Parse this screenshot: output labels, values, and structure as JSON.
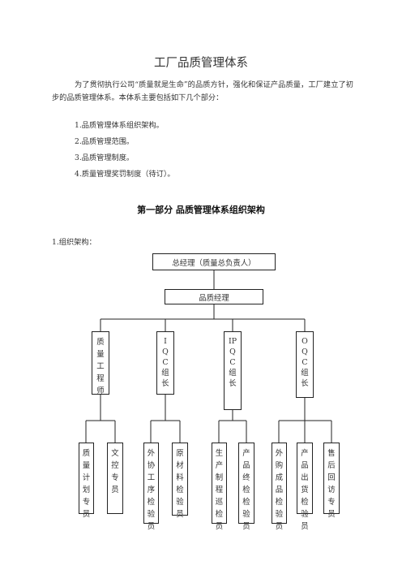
{
  "document": {
    "title": "工厂品质管理体系",
    "intro": "为了贯彻执行公司“质量就是生命”的品质方针，强化和保证产品质量，工厂建立了初步的品质管理体系。本体系主要包括如下几个部分：",
    "items": [
      "1.品质管理体系组织架构。",
      "2.品质管理范围。",
      "3.品质管理制度。",
      "4.质量管理奖罚制度（待订）。"
    ],
    "section_title": "第一部分  品质管理体系组织架构",
    "subsection": "1.组织架构："
  },
  "org_chart": {
    "top": "总经理（质量总负责人）",
    "second": "品质经理",
    "level3": [
      "质量工程师",
      "IQC组长",
      "IPQC组长",
      "OQC组长"
    ],
    "level4": [
      "质量计划专员",
      "文控专员",
      "外协工序检验员",
      "原材料检验员",
      "生产制程巡检员",
      "产品终检检验员",
      "外购成品检验员",
      "产品出货检验员",
      "售后回访专员"
    ]
  }
}
